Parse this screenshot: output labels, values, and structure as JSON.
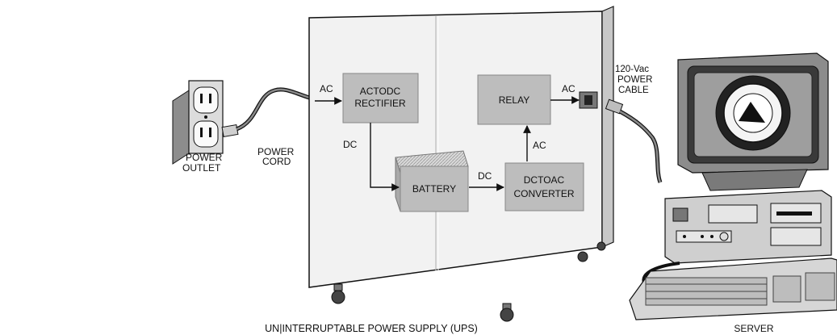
{
  "diagram": {
    "caption": "UN|INTERRUPTABLE  POWER  SUPPLY (UPS)",
    "outlet": {
      "line1": "POWER",
      "line2": "OUTLET"
    },
    "cord": {
      "line1": "POWER",
      "line2": "CORD"
    },
    "blocks": {
      "rectifier": {
        "line1": "ACTODC",
        "line2": "RECTIFIER"
      },
      "relay": {
        "line1": "RELAY"
      },
      "battery": {
        "line1": "BATTERY"
      },
      "converter": {
        "line1": "DCTOAC",
        "line2": "CONVERTER"
      }
    },
    "signals": {
      "ac_in": "AC",
      "dc_rectifier": "DC",
      "dc_battery": "DC",
      "ac_up": "AC",
      "ac_out": "AC"
    },
    "cable": {
      "line1": "120-Vac",
      "line2": "POWER",
      "line3": "CABLE"
    },
    "server": "SERVER"
  },
  "colors": {
    "cabinet": "#f2f2f2",
    "block": "#bdbdbd",
    "line": "#111111"
  }
}
